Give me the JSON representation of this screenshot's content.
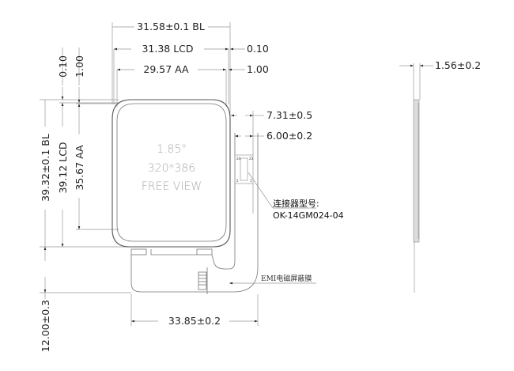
{
  "front_view": {
    "screen_size": "1.85\"",
    "resolution": "320*386",
    "view_angle": "FREE VIEW"
  },
  "dimensions": {
    "bl_width": "31.58±0.1 BL",
    "lcd_width": "31.38 LCD",
    "aa_width": "29.57  AA",
    "lcd_margin_right": "0.10",
    "aa_margin_right": "1.00",
    "bl_height": "39.32±0.1 BL",
    "lcd_height": "39.12 LCD",
    "aa_height": "35.67  AA",
    "lcd_margin_top": "0.10",
    "aa_margin_top": "1.00",
    "fpc_offset_outer": "7.31±0.5",
    "fpc_width": "6.00±0.2",
    "fpc_length": "12.00±0.3",
    "fpc_total_width": "33.85±0.2",
    "thickness": "1.56±0.2"
  },
  "connector": {
    "label": "连接器型号:",
    "model": "OK-14GM024-04",
    "pins": [
      "24",
      "23",
      "2",
      "1"
    ]
  },
  "emi_label": "EMI电磁屏蔽膜"
}
